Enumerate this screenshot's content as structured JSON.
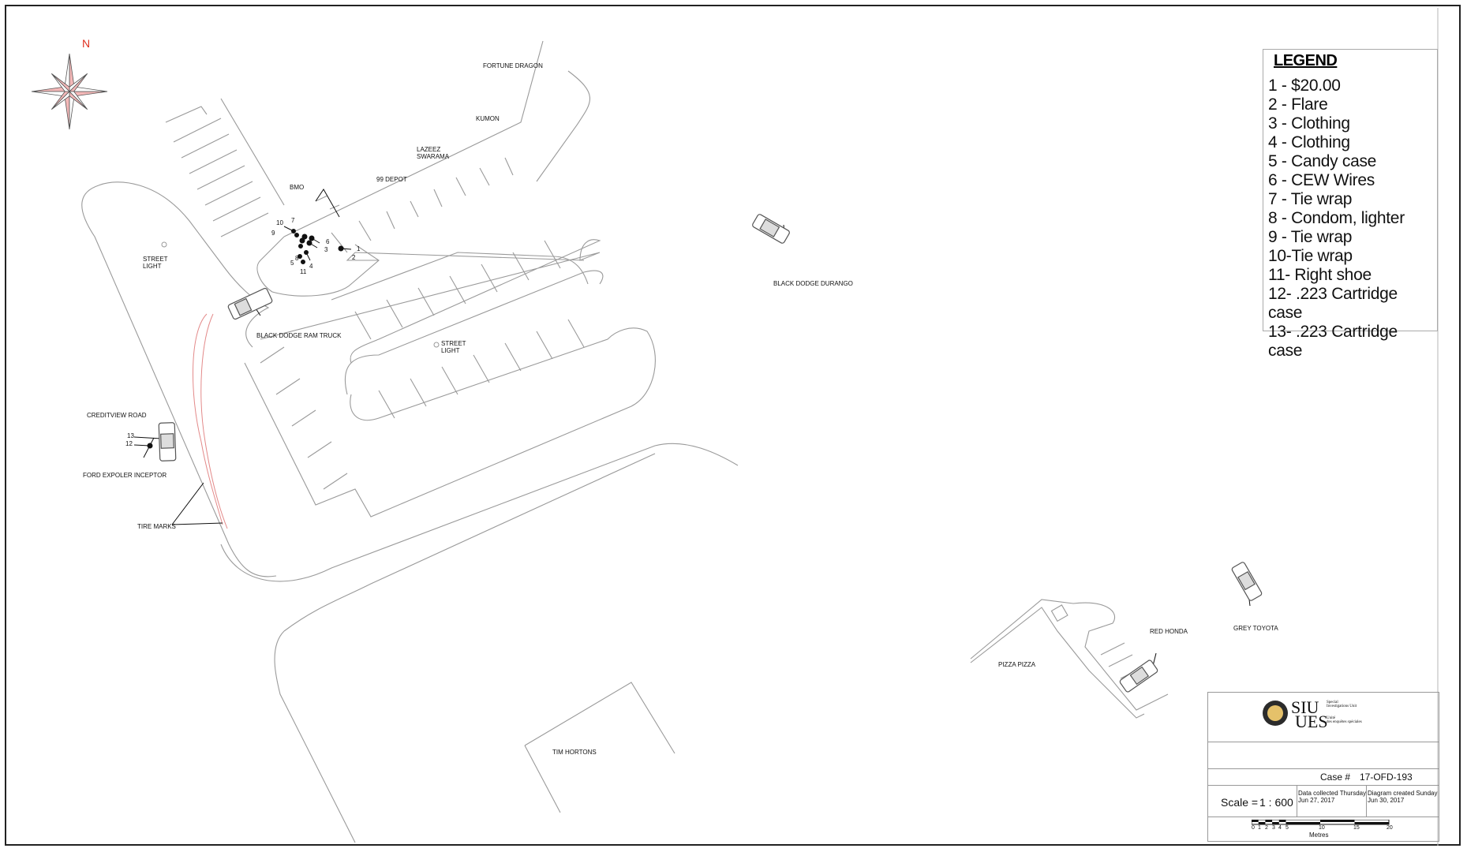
{
  "north_label": "N",
  "legend": {
    "title": "LEGEND",
    "items": [
      "1 - $20.00",
      "2 - Flare",
      "3 - Clothing",
      "4 - Clothing",
      "5 - Candy case",
      "6 - CEW Wires",
      "7 - Tie wrap",
      "8 - Condom, lighter",
      "9 - Tie wrap",
      "10-Tie wrap",
      "11- Right shoe",
      "12- .223 Cartridge case",
      "13- .223 Cartridge case"
    ]
  },
  "labels": {
    "fortune_dragon": "FORTUNE DRAGON",
    "kumon": "KUMON",
    "lazeez": "LAZEEZ\nSWARAMA",
    "depot": "99 DEPOT",
    "bmo": "BMO",
    "street_light_1": "STREET\nLIGHT",
    "street_light_2": "STREET\nLIGHT",
    "black_dodge_durango": "BLACK DODGE DURANGO",
    "black_dodge_ram": "BLACK DODGE RAM TRUCK",
    "creditview_road": "CREDITVIEW ROAD",
    "ford_explorer": "FORD EXPOLER INCEPTOR",
    "tire_marks": "TIRE MARKS",
    "tim_hortons": "TIM HORTONS",
    "pizza_pizza": "PIZZA PIZZA",
    "red_honda": "RED HONDA",
    "grey_toyota": "GREY TOYOTA"
  },
  "evidence_numbers": [
    "1",
    "2",
    "3",
    "4",
    "5",
    "6",
    "7",
    "8",
    "9",
    "10",
    "11",
    "12",
    "13"
  ],
  "titleblock": {
    "logo_siu": "SIU",
    "logo_ues": "UES",
    "logo_en": "Special\nInvestigations Unit",
    "logo_fr": "Unité\ndes enquêtes spéciales",
    "case_label": "Case #",
    "case_number": "17-OFD-193",
    "scale_label": "Scale =",
    "scale_value": "1 : 600",
    "data_collected": "Data collected Thursday\nJun 27, 2017",
    "diagram_created": "Diagram created Sunday\nJun 30, 2017",
    "scalebar_ticks": [
      "0",
      "1",
      "2",
      "3",
      "4",
      "5",
      "10",
      "15",
      "20"
    ],
    "scalebar_unit": "Metres"
  },
  "colors": {
    "line": "#9a9a9a",
    "dark_line": "#111111",
    "tire_marks": "#e38a8a",
    "north_red": "#e03020",
    "compass_fill": "#f4b8b8"
  }
}
